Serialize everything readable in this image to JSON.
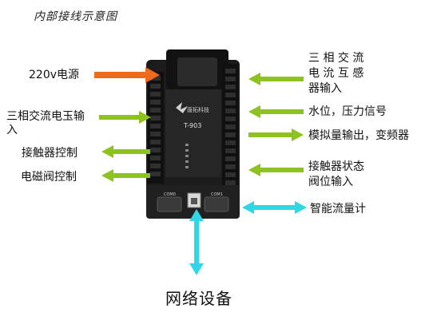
{
  "title": "内部接线示意图",
  "device": {
    "model": "T-903",
    "brand_text": "唐拓科技",
    "port_left": "COM0",
    "port_right": "COM1",
    "colors": {
      "body": "#1b1b1b",
      "bezel": "#2a2a2a",
      "label_plate": "#3a3a3a"
    }
  },
  "labels": {
    "power_in": "220v电源",
    "three_phase_voltage_in": "三相交流电玉输\n入",
    "contactor_control": "接触器控制",
    "solenoid_valve_control": "电磁阀控制",
    "three_phase_current_sensor": "三 相 交 流\n电 沇 互 感\n器输入",
    "water_pressure_signal": "水位，压力信号",
    "analog_output_vfd": "模拟量输出，变频器",
    "contactor_status_valve_input": "接触器状态\n阀位输入",
    "smart_flowmeter": "智能流量计",
    "network_device": "网络设备"
  },
  "colors": {
    "green_arrow": "#8dc21f",
    "orange_arrow": "#ee6a1c",
    "cyan_arrow": "#2fd7e6"
  },
  "icons": {
    "arrows": "solid-arrow-shapes"
  }
}
